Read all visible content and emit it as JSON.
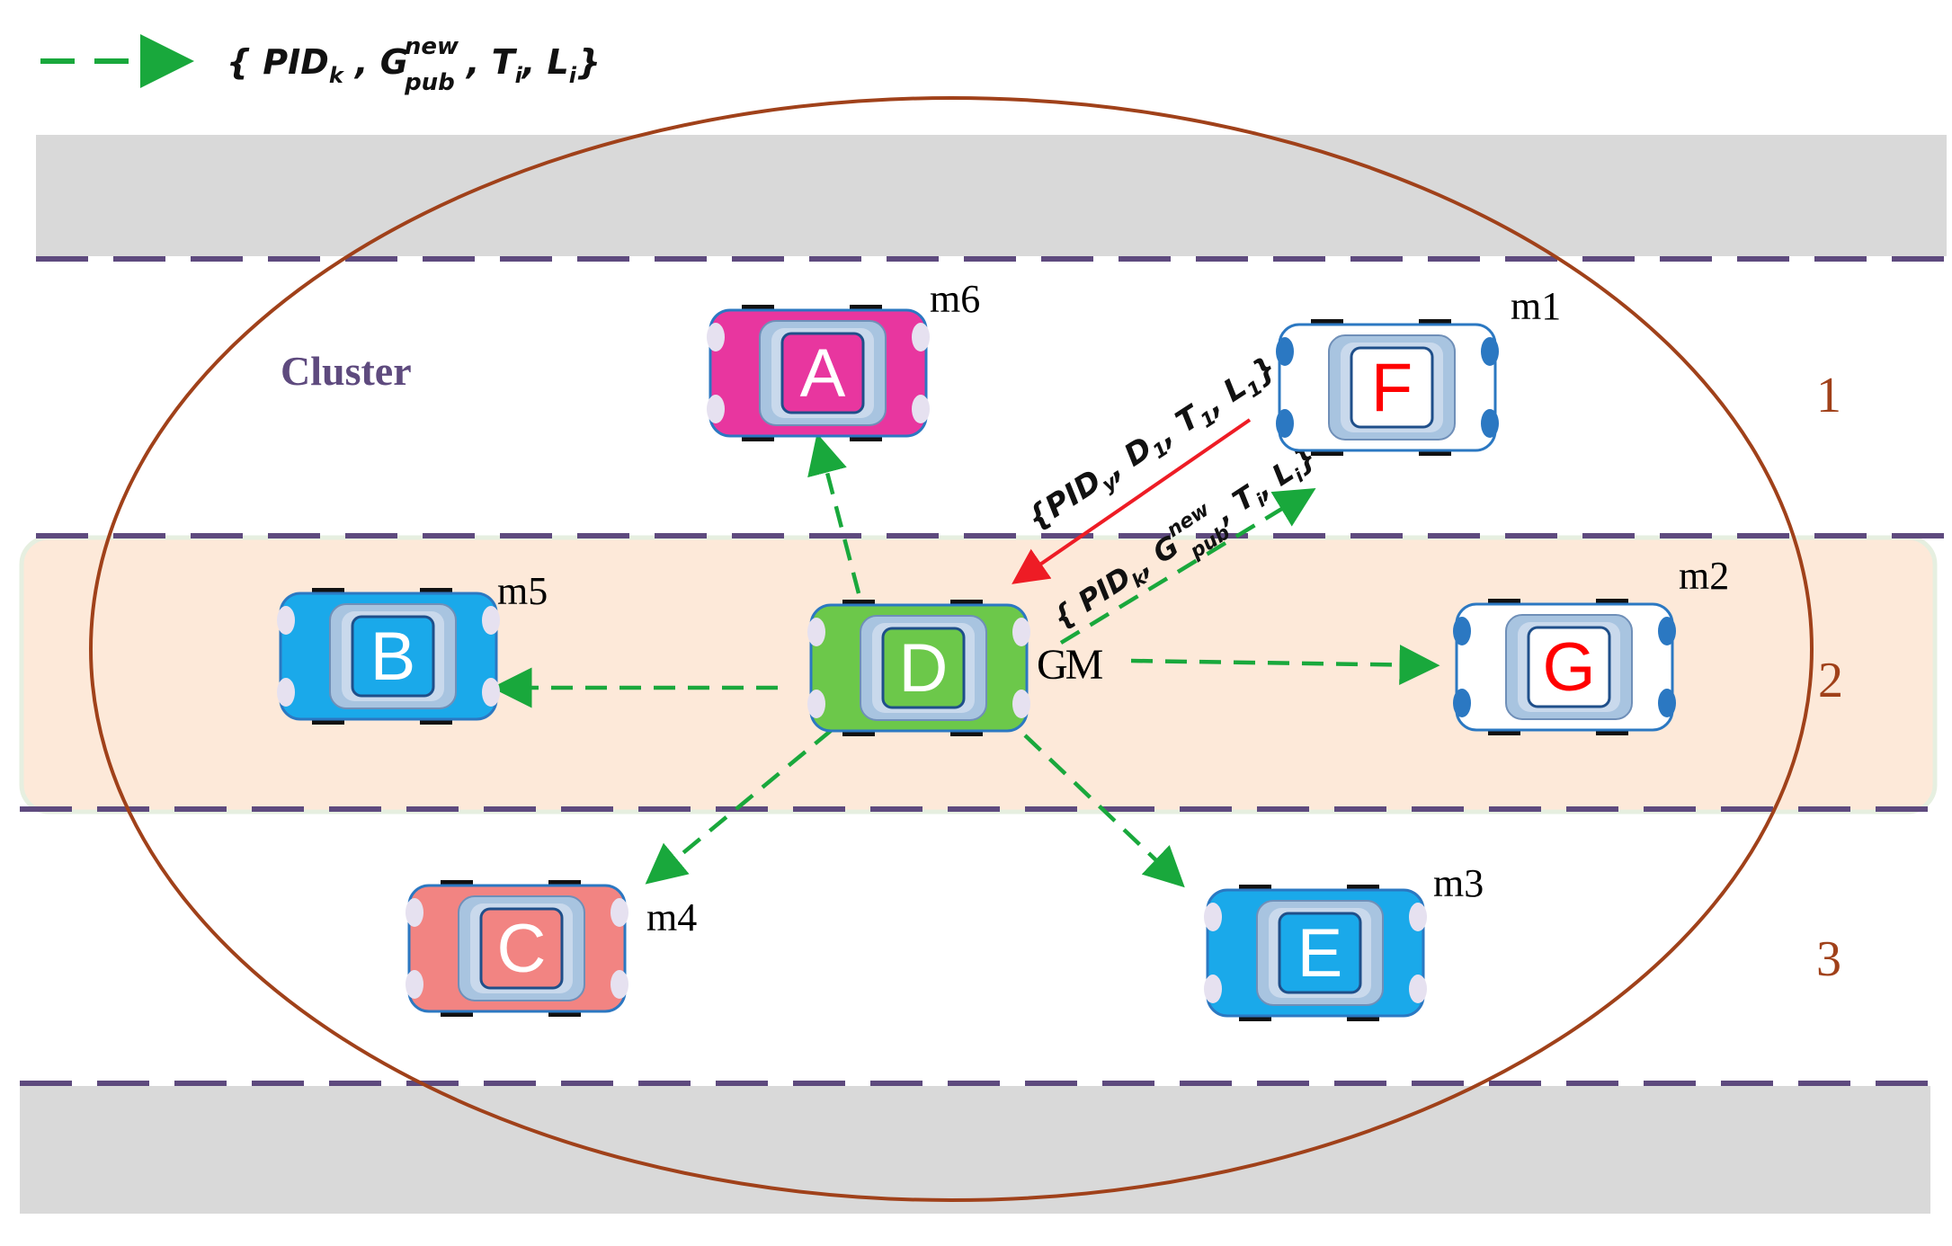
{
  "legend": {
    "arrow_meaning": "{ PID",
    "sub_k": "k",
    "comma1": " , G",
    "sup_new": "new",
    "sub_pub": "pub",
    "rest": " , T",
    "sub_i1": "i",
    "comma2": ", L",
    "sub_i2": "i",
    "close": "}"
  },
  "labels": {
    "cluster": "Cluster",
    "gm": "GM",
    "lane_1": "1",
    "lane_2": "2",
    "lane_3": "3"
  },
  "vehicles": [
    {
      "id": "A",
      "tag": "m6",
      "body": "#e8369f",
      "cabin": "#a8c4e0",
      "glass": "#e8369f",
      "letter_color": "#ffffff"
    },
    {
      "id": "B",
      "tag": "m5",
      "body": "#1aa9ea",
      "cabin": "#a8c4e0",
      "glass": "#1aa9ea",
      "letter_color": "#ffffff"
    },
    {
      "id": "C",
      "tag": "m4",
      "body": "#f28482",
      "cabin": "#a8c4e0",
      "glass": "#f28482",
      "letter_color": "#ffffff"
    },
    {
      "id": "D",
      "tag": "",
      "body": "#6cc84a",
      "cabin": "#a8c4e0",
      "glass": "#6cc84a",
      "letter_color": "#ffffff"
    },
    {
      "id": "E",
      "tag": "m3",
      "body": "#1aa9ea",
      "cabin": "#a8c4e0",
      "glass": "#1aa9ea",
      "letter_color": "#ffffff"
    },
    {
      "id": "F",
      "tag": "m1",
      "body": "#ffffff",
      "cabin": "#a8c4e0",
      "glass": "#ffffff",
      "letter_color": "#ff0000"
    },
    {
      "id": "G",
      "tag": "m2",
      "body": "#ffffff",
      "cabin": "#a8c4e0",
      "glass": "#ffffff",
      "letter_color": "#ff0000"
    }
  ],
  "messages": {
    "red_pre": "{PID",
    "red_sub_y": "y",
    "red_mid": ", D",
    "red_sub_1a": "1",
    "red_mid2": ", T",
    "red_sub_1b": "1",
    "red_mid3": ", L",
    "red_sub_1c": "1",
    "red_close": "}",
    "green_pre": "{ PID",
    "green_sub_k": "k",
    "green_mid": ", G",
    "green_sup_new": "new",
    "green_sub_pub": "pub",
    "green_mid2": ", T",
    "green_sub_i1": "i",
    "green_mid3": ", L",
    "green_sub_i2": "i",
    "green_close": "}"
  },
  "colors": {
    "road_gray": "#d9d9d9",
    "lane_dash": "#5e4a7e",
    "cluster_ellipse": "#a0411a",
    "highlight_lane": "#fde9d9",
    "green_arrow": "#19a83c",
    "red_arrow": "#ee1c25",
    "cluster_text": "#5e4a7e",
    "lane_number": "#a0411a"
  }
}
